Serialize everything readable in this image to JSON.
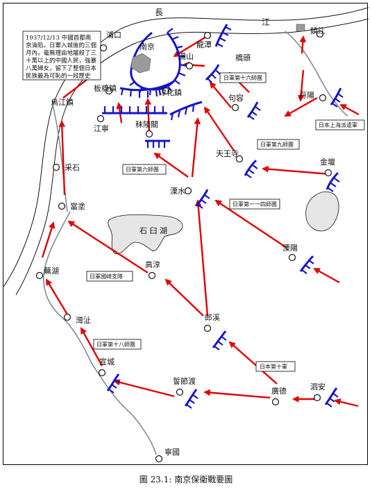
{
  "caption": "圖 23.1: 南京保衛戰要圖",
  "river_chars": [
    "長",
    "江"
  ],
  "lake_label": "石 臼 湖",
  "note_lines": [
    "1937/12/13 中國首都南",
    "京淪陷，日軍入城後的三個",
    "月內，毫無理由地屠殺了三",
    "十萬以上的中國人民，強暴",
    "八萬婦女，留下了整個日本",
    "民族最為可恥的一段歷史"
  ],
  "places": {
    "pukou": "浦口",
    "nanjing": "南京",
    "longtan": "龍潭",
    "zhenjiang": "鎮江",
    "tangshan": "湯山",
    "qiaotou": "橋頭",
    "wujiangzhen": "烏江鎮",
    "banqiaozhen": "板橋鎮",
    "chunhuazhen": "淳化鎮",
    "jurong": "句容",
    "danyang": "丹陽",
    "jiangning": "江寧",
    "molinguan": "秣陵關",
    "tianwangsi": "天王寺",
    "jintan": "金壇",
    "caishi": "采石",
    "lishui": "溧水",
    "dangtu": "當塗",
    "liyang": "溧陽",
    "gaochun": "高淳",
    "wuhu": "蕪湖",
    "wanzhi": "灣沚",
    "langxi": "郎溪",
    "xuancheng": "宣城",
    "guangde": "廣德",
    "shijiedu": "誓節渡",
    "sian": "泗安",
    "ningguo": "寧國"
  },
  "units": {
    "div16": "日軍第十六師團",
    "sha_army": "日本上海派遣軍",
    "div9": "日軍第九師團",
    "div6": "日軍第六師團",
    "div114": "日軍第一一四師團",
    "kunisaki": "日軍國崎支隊",
    "div18": "日軍第十八師團",
    "army10": "日本第十軍"
  }
}
